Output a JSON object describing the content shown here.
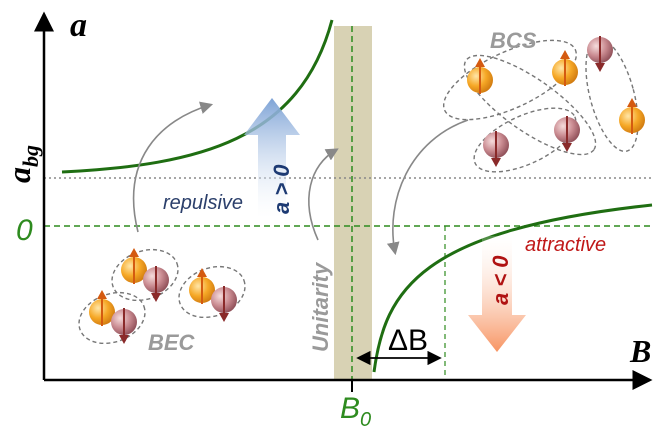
{
  "axes": {
    "y_symbol": "a",
    "x_symbol": "B",
    "background_scattering_length": "a",
    "background_scattering_length_sub": "bg",
    "zero_label": "0",
    "resonance_field": "B",
    "resonance_field_sub": "0",
    "width_label": "ΔB"
  },
  "regions": {
    "repulsive": "repulsive",
    "attractive": "attractive",
    "a_positive": "a > 0",
    "a_negative": "a < 0",
    "unitarity": "Unitarity",
    "bec": "BEC",
    "bcs": "BCS"
  },
  "colors": {
    "curve": "#1f6e12",
    "zero_line": "#2e8b1f",
    "abg_line": "#888888",
    "unitarity_band": "#d8d2b4",
    "repulsive_text": "#2b3f6b",
    "attractive_text": "#c01818",
    "up_arrow": "#8fb0dc",
    "down_arrow": "#f7a074",
    "gray_label": "#9a9a9a",
    "spin_up_atom": "#f4a020",
    "spin_down_atom": "#c07880"
  }
}
